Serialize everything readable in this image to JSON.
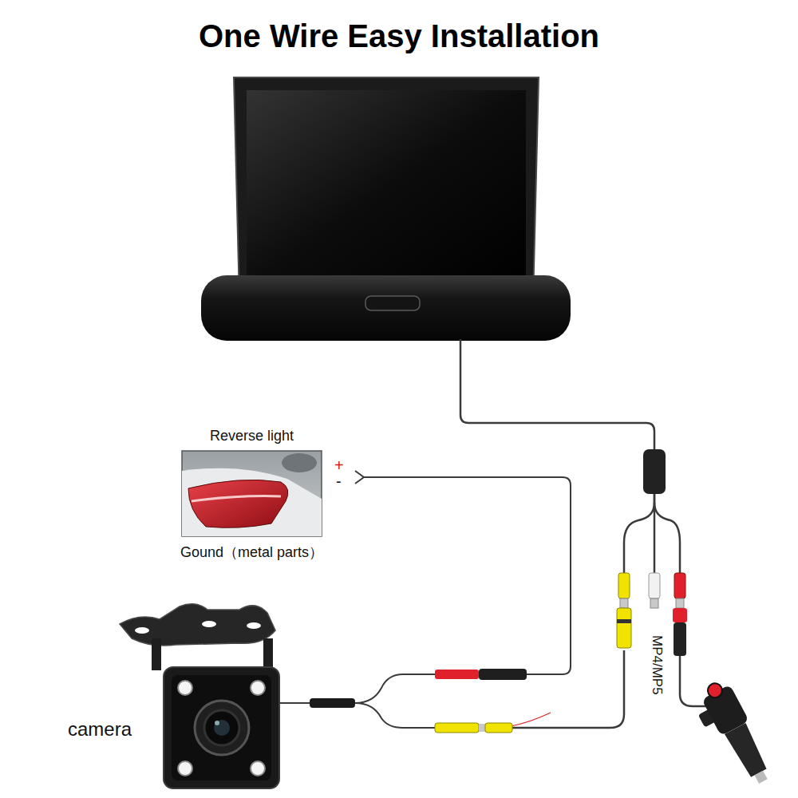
{
  "diagram": {
    "title": "One Wire Easy Installation",
    "nodes": [
      {
        "text": [
          "Reverse light",
          "Gound（metal parts）"
        ]
      }
    ],
    "labels": [
      "+",
      "-",
      "camera",
      "MP4/MP5"
    ]
  }
}
